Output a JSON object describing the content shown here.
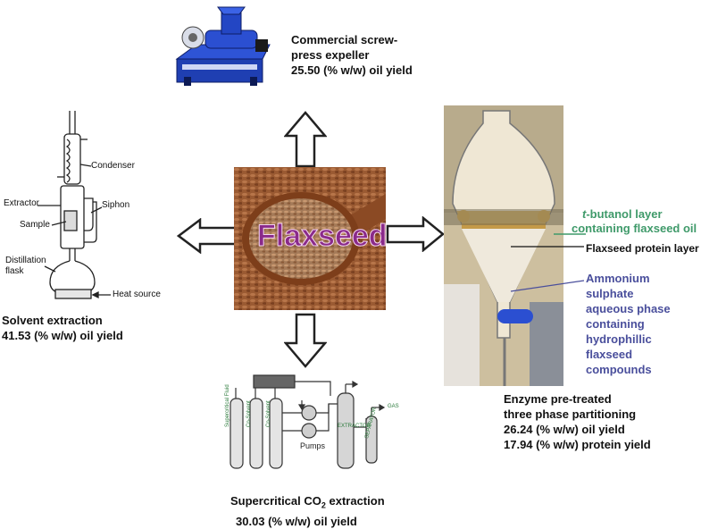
{
  "center": {
    "label": "Flaxseed"
  },
  "screw_press": {
    "caption": [
      "Commercial screw-",
      "press expeller",
      "25.50 (% w/w) oil yield"
    ]
  },
  "solvent": {
    "caption": [
      "Solvent extraction",
      "41.53 (% w/w) oil yield"
    ],
    "labels": {
      "condenser": "Condenser",
      "extractor": "Extractor",
      "sample": "Sample",
      "siphon": "Siphon",
      "distillation_flask": [
        "Distillation",
        "flask"
      ],
      "heat_source": "Heat source"
    }
  },
  "supercritical": {
    "caption_line1_prefix": "Supercritical CO",
    "caption_line1_sub": "2",
    "caption_line1_suffix": " extraction",
    "caption_line2": "30.03 (% w/w) oil yield",
    "labels": {
      "pumps": "Pumps",
      "extractor": "EXTRACTOR",
      "separator": "SEPARATOR",
      "gas": "GAS",
      "cyl1": "Supercritical Fluid",
      "cyl2": "Co-Solvent",
      "cyl3": "Co-Solvent"
    }
  },
  "tpp": {
    "caption": [
      "Enzyme pre-treated",
      "three phase partitioning",
      "26.24 (% w/w) oil yield",
      "17.94 (% w/w) protein yield"
    ],
    "photo_labels": {
      "butanol_prefix": "t",
      "butanol_suffix": "-butanol layer",
      "butanol_line2": "containing flaxseed oil",
      "protein": "Flaxseed protein layer",
      "ammonium": [
        "Ammonium",
        "sulphate",
        "aqueous phase",
        "containing",
        "hydrophillic flaxseed",
        "compounds"
      ]
    }
  },
  "colors": {
    "flaxseed_label": "#8a2a8a",
    "green_label": "#3f9a6a",
    "blue_label": "#4a4f9c",
    "arrow_stroke": "#222222"
  }
}
